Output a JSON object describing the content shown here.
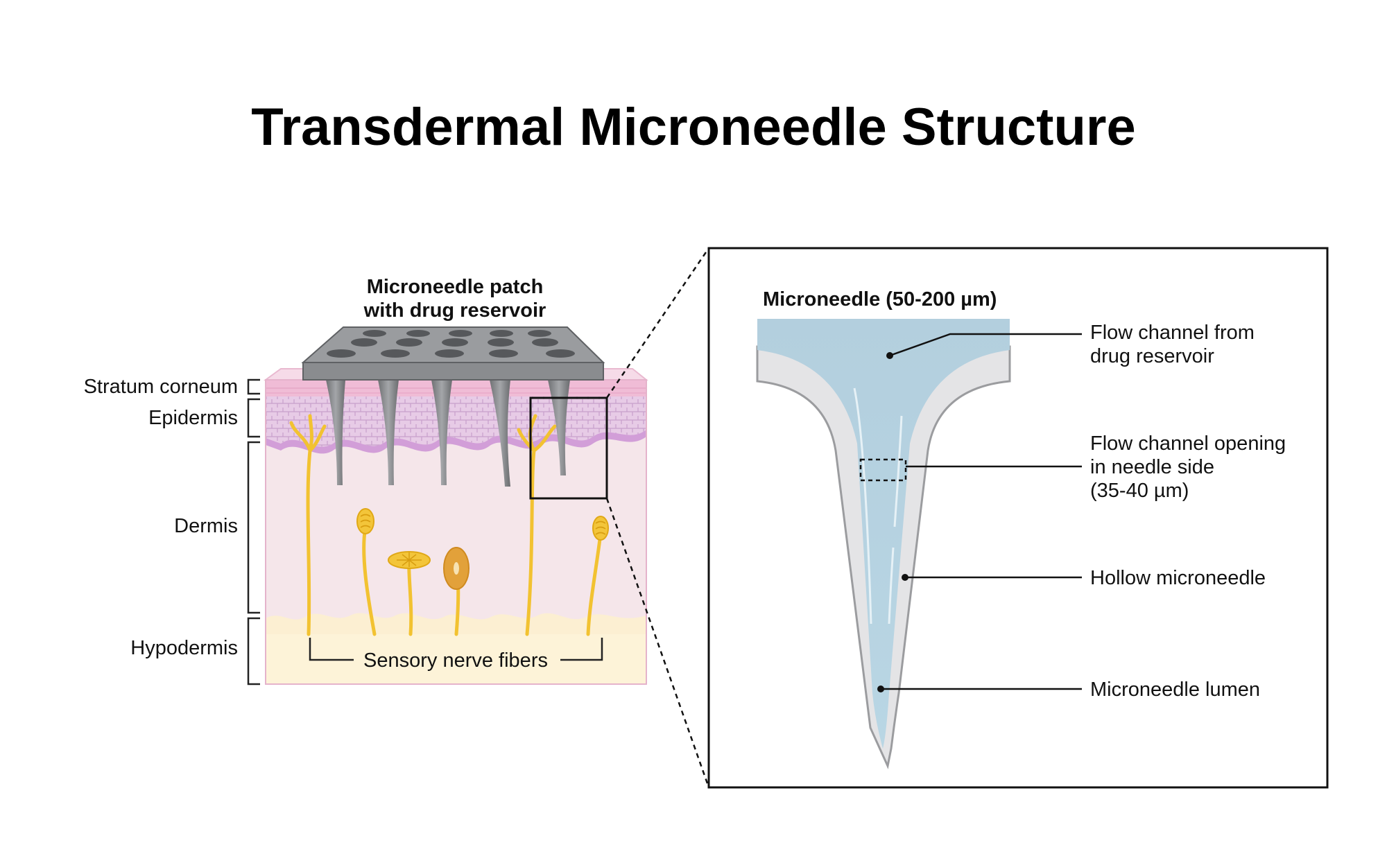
{
  "title": "Transdermal Microneedle Structure",
  "patch_label": [
    "Microneedle patch",
    "with drug reservoir"
  ],
  "layers": {
    "stratum_corneum": "Stratum corneum",
    "epidermis": "Epidermis",
    "dermis": "Dermis",
    "hypodermis": "Hypodermis"
  },
  "nerve_label": "Sensory nerve fibers",
  "detail": {
    "heading": "Microneedle (50-200 µm)",
    "callouts": {
      "flow_channel": [
        "Flow channel from",
        "drug reservoir"
      ],
      "opening": [
        "Flow channel opening",
        "in needle side",
        "(35-40 µm)"
      ],
      "hollow": "Hollow microneedle",
      "lumen": "Microneedle lumen"
    }
  },
  "colors": {
    "skin_top": "#f2c6dc",
    "epidermis": "#ead0e8",
    "dermis": "#f5e6ea",
    "hypodermis": "#fdf3d8",
    "nerve": "#f2c231",
    "patch": "#8e9093",
    "needle_wall": "#e4e4e6",
    "lumen": "#b7d4e3"
  }
}
